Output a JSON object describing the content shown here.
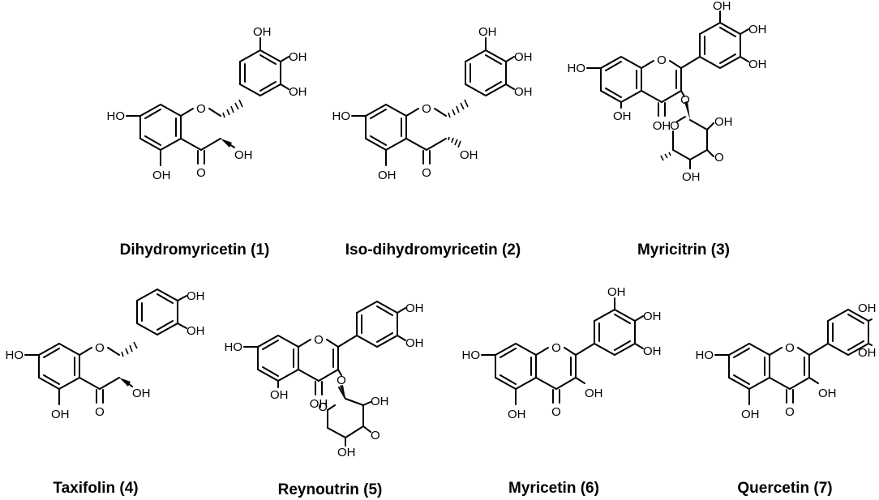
{
  "figure": {
    "compounds": [
      {
        "name": "Dihydromyricetin (1)",
        "atoms": [
          "OH",
          "OH",
          "OH",
          "HO",
          "O",
          "OH",
          "OH",
          "O"
        ]
      },
      {
        "name": "Iso-dihydromyricetin (2)",
        "atoms": [
          "OH",
          "OH",
          "OH",
          "HO",
          "O",
          "OH",
          "OH",
          "O"
        ]
      },
      {
        "name": "Myricitrin (3)",
        "atoms": [
          "OH",
          "OH",
          "OH",
          "HO",
          "O",
          "O",
          "OH",
          "O",
          "O",
          "OH",
          "OH",
          "OH"
        ]
      },
      {
        "name": "Taxifolin (4)",
        "atoms": [
          "OH",
          "OH",
          "HO",
          "O",
          "OH",
          "OH",
          "O"
        ]
      },
      {
        "name": "Reynoutrin (5)",
        "atoms": [
          "OH",
          "OH",
          "HO",
          "O",
          "O",
          "OH",
          "O",
          "O",
          "OH",
          "OH",
          "OH"
        ]
      },
      {
        "name": "Myricetin (6)",
        "atoms": [
          "OH",
          "OH",
          "OH",
          "HO",
          "O",
          "OH",
          "OH",
          "O"
        ]
      },
      {
        "name": "Quercetin (7)",
        "atoms": [
          "OH",
          "OH",
          "HO",
          "O",
          "OH",
          "OH",
          "O"
        ]
      }
    ]
  }
}
